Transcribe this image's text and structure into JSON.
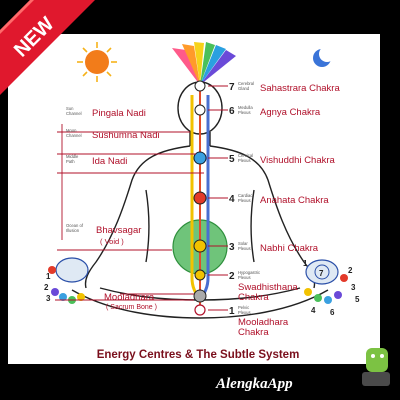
{
  "ribbon": {
    "label": "NEW",
    "color": "#e0182d"
  },
  "caption": "Energy Centres & The Subtle System",
  "watermark": "AlengkaApp",
  "channels": [
    {
      "sub1": "Sun",
      "sub2": "Channel",
      "name": "Pingala Nadi"
    },
    {
      "sub1": "Moon",
      "sub2": "Channel",
      "name": "Sushumna Nadi"
    },
    {
      "sub1": "Middle",
      "sub2": "Path",
      "name": "Ida Nadi"
    },
    {
      "sub1": "Ocean of",
      "sub2": "Illusion",
      "name": "Bhavsagar",
      "note": "( Void )"
    }
  ],
  "left_bottom": {
    "name": "Mooladhara",
    "note": "( Sacrum Bone )"
  },
  "chakras": [
    {
      "num": "7",
      "sub1": "Cerebral",
      "sub2": "Gland",
      "name": "Sahastrara Chakra"
    },
    {
      "num": "6",
      "sub1": "Medulla",
      "sub2": "Plexus",
      "name": "Agnya Chakra"
    },
    {
      "num": "5",
      "sub1": "Cervical",
      "sub2": "Plexus",
      "name": "Vishuddhi Chakra"
    },
    {
      "num": "4",
      "sub1": "Cardiac",
      "sub2": "Plexus",
      "name": "Anahata Chakra"
    },
    {
      "num": "3",
      "sub1": "Solar",
      "sub2": "Plexus",
      "name": "Nabhi Chakra"
    },
    {
      "num": "2",
      "sub1": "Hypogastric",
      "sub2": "Plexus",
      "name": "Swadhisthana",
      "name2": "Chakra"
    },
    {
      "num": "1",
      "sub1": "Pelvic",
      "sub2": "Plexus",
      "name": "Mooladhara",
      "name2": "Chakra"
    }
  ],
  "hand_numbers": {
    "left": [
      "1",
      "2",
      "3"
    ],
    "right": [
      "7",
      "1",
      "2",
      "3",
      "4",
      "5",
      "6"
    ]
  },
  "colors": {
    "chakra_label": "#b0102a",
    "pingala": "#f2c200",
    "ida": "#4a6fd0",
    "sushumna": "#e34a2a",
    "body_outline": "#222222"
  }
}
